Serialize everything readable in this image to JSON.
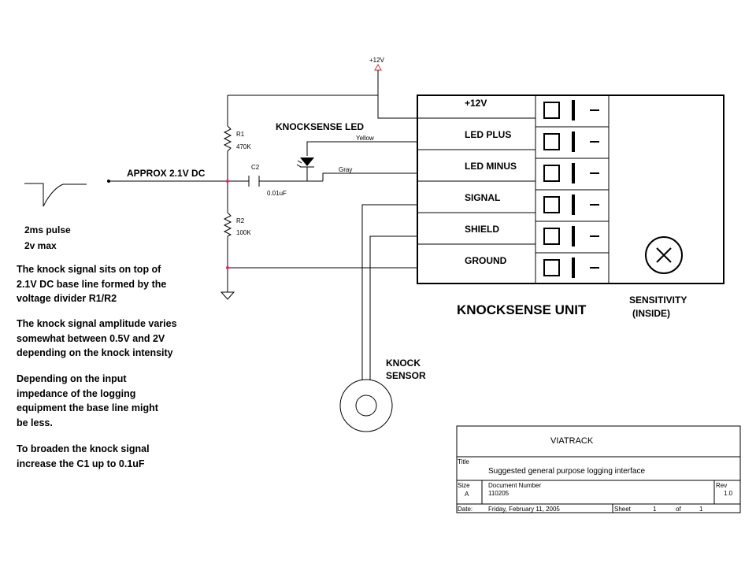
{
  "supply_label": "+12V",
  "led": {
    "title": "KNOCKSENSE LED",
    "wire_yellow": "Yellow",
    "wire_gray": "Gray"
  },
  "r1": {
    "ref": "R1",
    "value": "470K"
  },
  "r2": {
    "ref": "R2",
    "value": "100K"
  },
  "c2": {
    "ref": "C2",
    "value": "0.01uF"
  },
  "dc_label": "APPROX 2.1V DC",
  "pulse": {
    "line1": "2ms pulse",
    "line2": "2v max"
  },
  "notes": [
    "The knock signal sits on top of\n2.1V DC base line formed by the\nvoltage divider R1/R2",
    "The knock signal  amplitude varies\nsomewhat between 0.5V and 2V\ndepending on the knock intensity",
    "Depending on the input\nimpedance of the logging\nequipment the base line might\nbe less.",
    "To broaden the knock signal\nincrease the C1 up to 0.1uF"
  ],
  "unit": {
    "title": "KNOCKSENSE UNIT",
    "terminals": [
      "+12V",
      "LED PLUS",
      "LED MINUS",
      "SIGNAL",
      "SHIELD",
      "GROUND"
    ],
    "sensitivity": [
      "SENSITIVITY",
      "(INSIDE)"
    ]
  },
  "sensor": {
    "line1": "KNOCK",
    "line2": "SENSOR"
  },
  "title_block": {
    "company": "VIATRACK",
    "title_label": "Title",
    "title": "Suggested general purpose logging interface",
    "size_label": "Size",
    "size": "A",
    "docnum_label": "Document Number",
    "docnum": "110205",
    "rev_label": "Rev",
    "rev": "1.0",
    "date_label": "Date:",
    "date": "Friday, February 11, 2005",
    "sheet_label": "Sheet",
    "sheet": "1",
    "of_label": "of",
    "total": "1"
  },
  "colors": {
    "junction": "#cc3366",
    "power": "#cc3333"
  }
}
